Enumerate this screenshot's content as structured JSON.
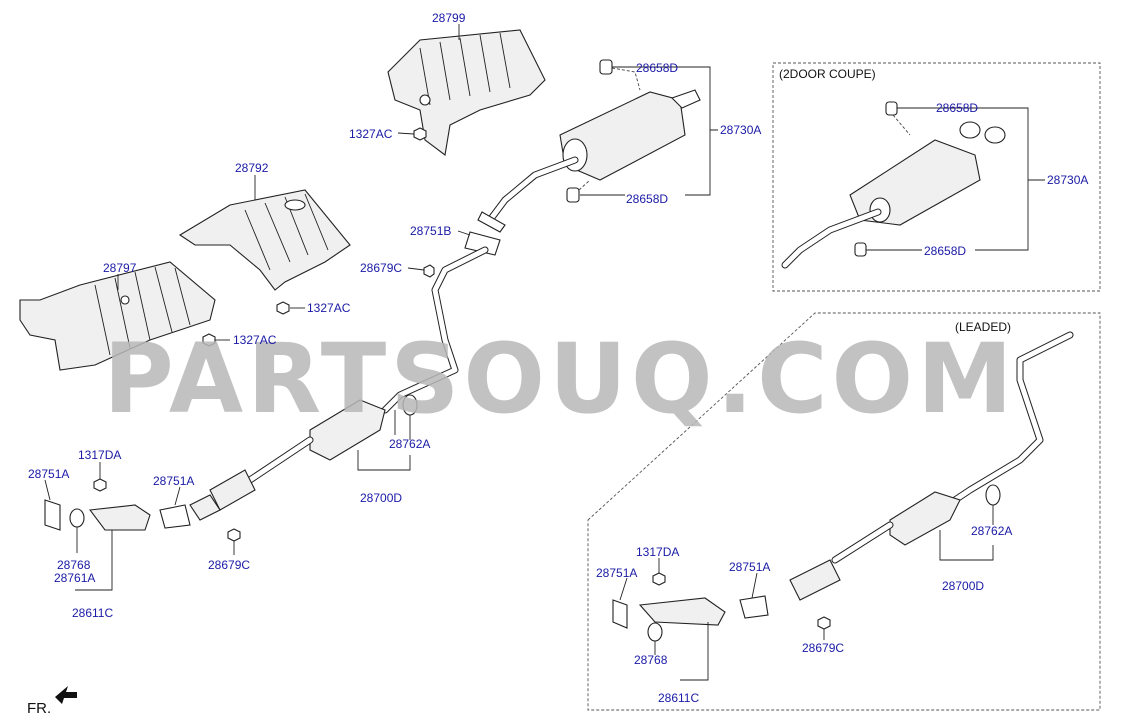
{
  "watermark": "PARTSOUQ.COM",
  "direction_label": "FR.",
  "sections": {
    "coupe": "(2DOOR COUPE)",
    "leaded": "(LEADED)"
  },
  "labels": {
    "p28799": "28799",
    "p1327ac_top": "1327AC",
    "p28792": "28792",
    "p28797": "28797",
    "p1327ac_mid": "1327AC",
    "p1327ac_left": "1327AC",
    "p28658d_a": "28658D",
    "p28730a": "28730A",
    "p28658d_b": "28658D",
    "p28751b": "28751B",
    "p28679c_a": "28679C",
    "p28762a_a": "28762A",
    "p28700d_a": "28700D",
    "p1317da_a": "1317DA",
    "p28751a_a": "28751A",
    "p28751a_b": "28751A",
    "p28768_a": "28768",
    "p28761a": "28761A",
    "p28611c_a": "28611C",
    "p28679c_b": "28679C",
    "c28658d_a": "28658D",
    "c28730a": "28730A",
    "c28658d_b": "28658D",
    "l28762a": "28762A",
    "l28700d": "28700D",
    "l1317da": "1317DA",
    "l28751a_a": "28751A",
    "l28751a_b": "28751A",
    "l28768": "28768",
    "l28679c": "28679C",
    "l28611c": "28611C"
  }
}
